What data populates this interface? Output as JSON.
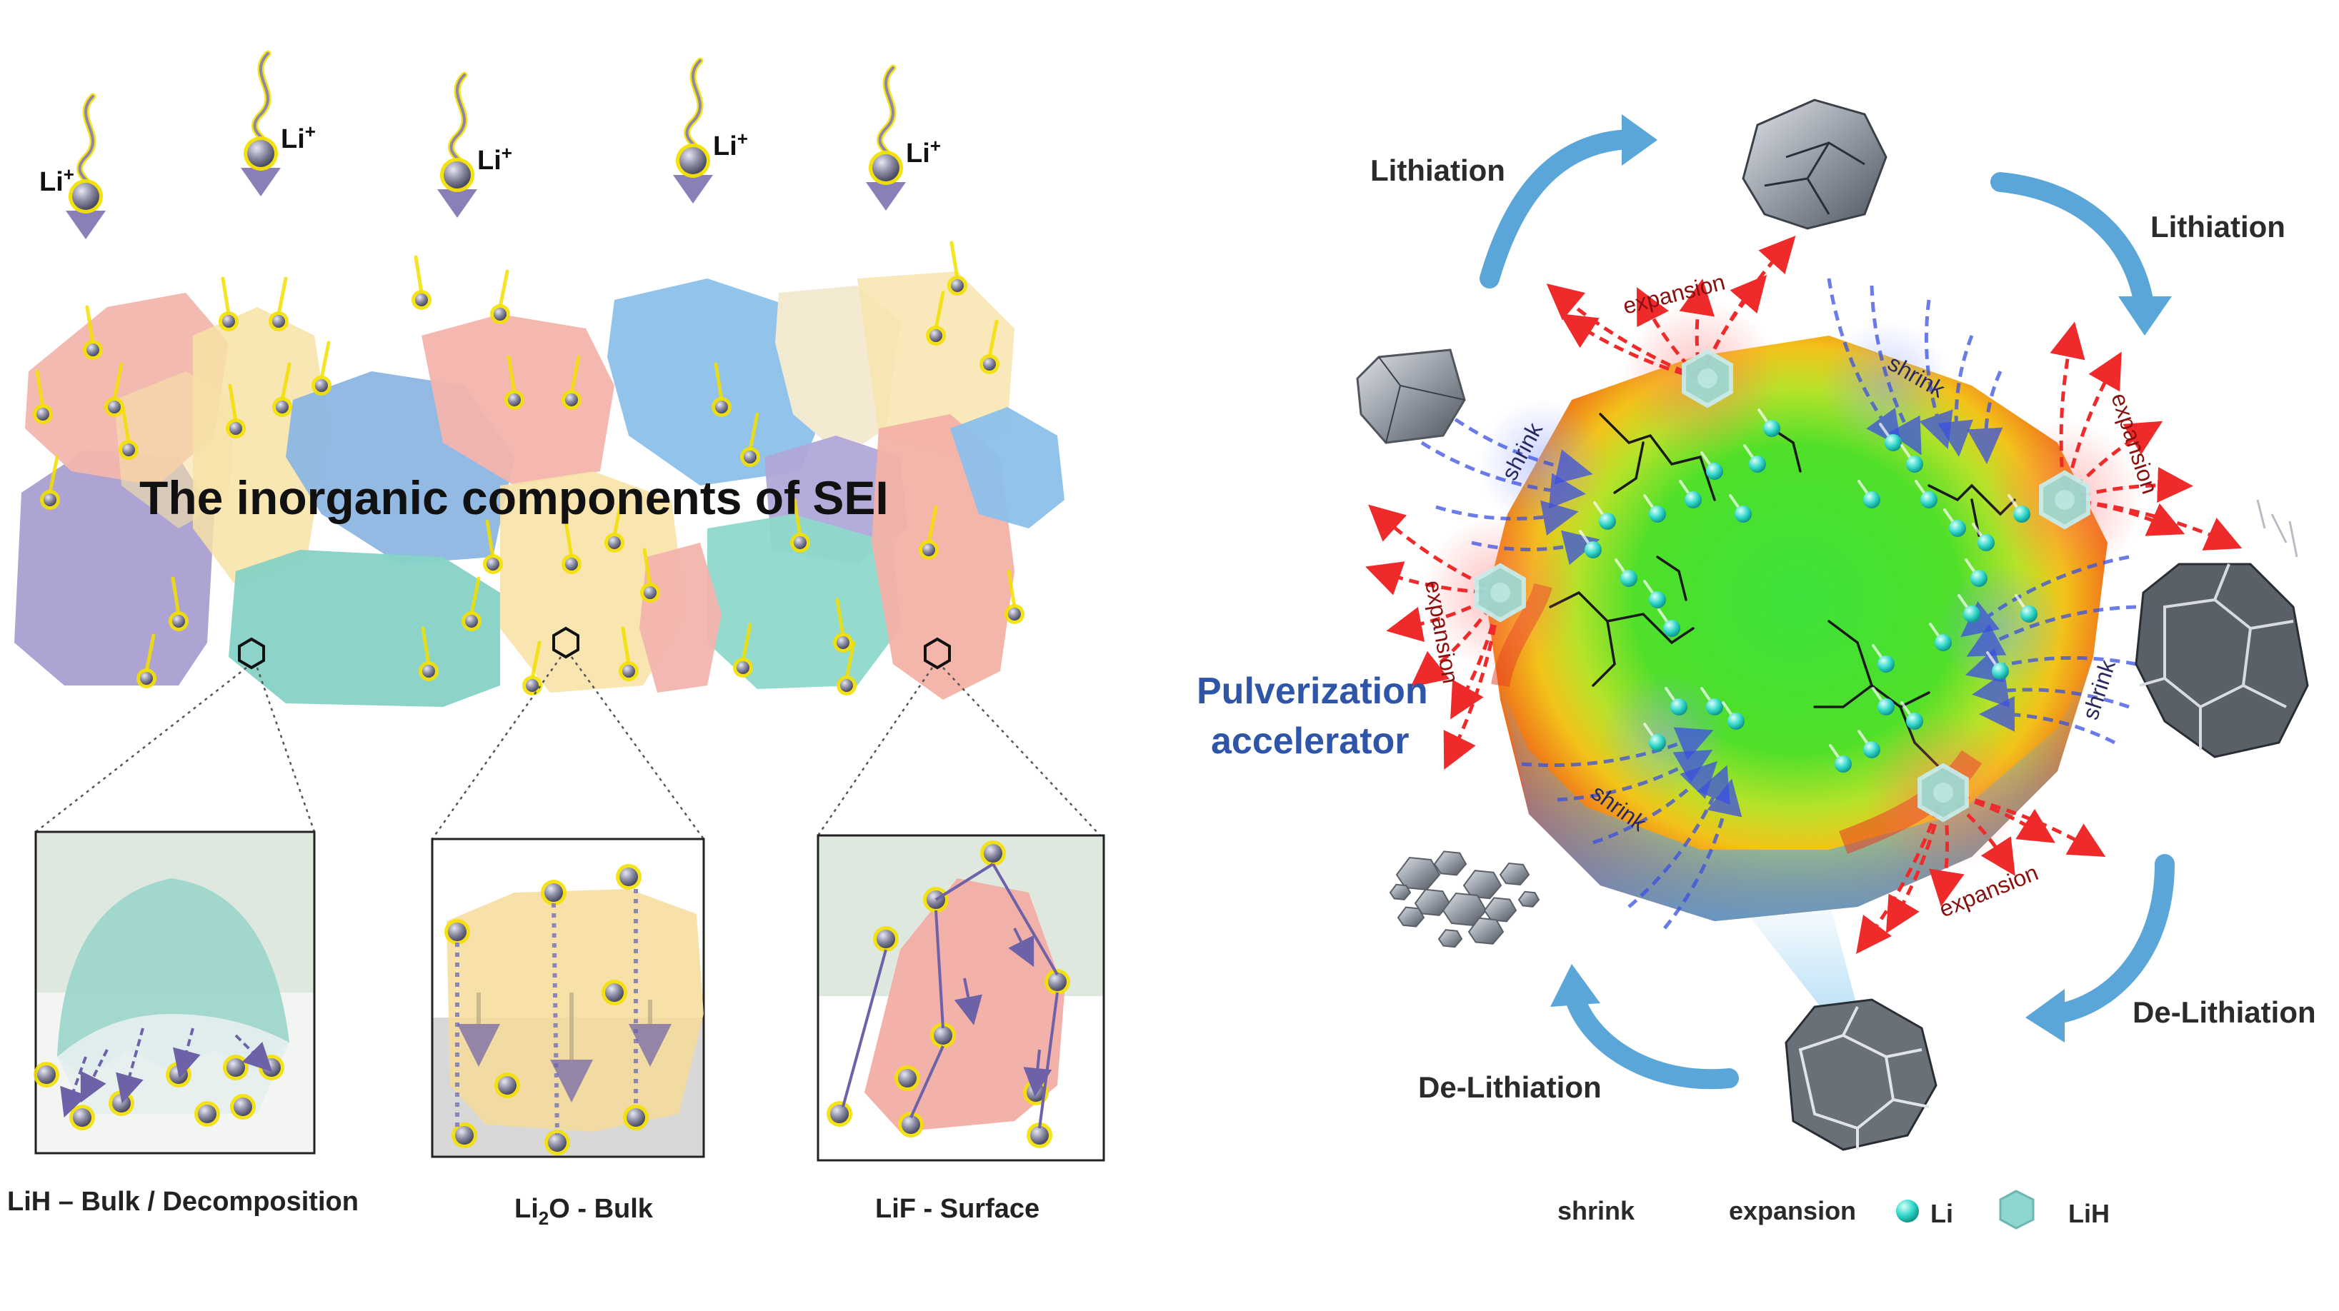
{
  "left_panel": {
    "title": "The inorganic components of SEI",
    "li_ion_label": "Li",
    "li_ion_sup": "+",
    "insets": [
      {
        "label": "LiH – Bulk / Decomposition"
      },
      {
        "label_main": "Li",
        "label_sub": "2",
        "label_rest": "O - Bulk"
      },
      {
        "label": "LiF - Surface"
      }
    ]
  },
  "right_panel": {
    "cycle_labels": {
      "lithiation_left": "Lithiation",
      "lithiation_right": "Lithiation",
      "delithiation_right": "De-Lithiation",
      "delithiation_left": "De-Lithiation"
    },
    "accelerator_line1": "Pulverization",
    "accelerator_line2": "accelerator",
    "expansion": "expansion",
    "shrink": "shrink",
    "legend": {
      "shrink": "shrink",
      "expansion": "expansion",
      "li": "Li",
      "lih": "LiH"
    }
  },
  "colors": {
    "li_particle": "#7a7a92",
    "li_glow": "#f3e000",
    "arrow_purple": "#8b7fb8",
    "cycle_arrow": "#5aa6d8",
    "expansion_red": "#ee2a2a",
    "shrink_blue": "#3a50e0",
    "li_cyan": "#2fd6c8",
    "accelerator_blue": "#2f55a8"
  }
}
